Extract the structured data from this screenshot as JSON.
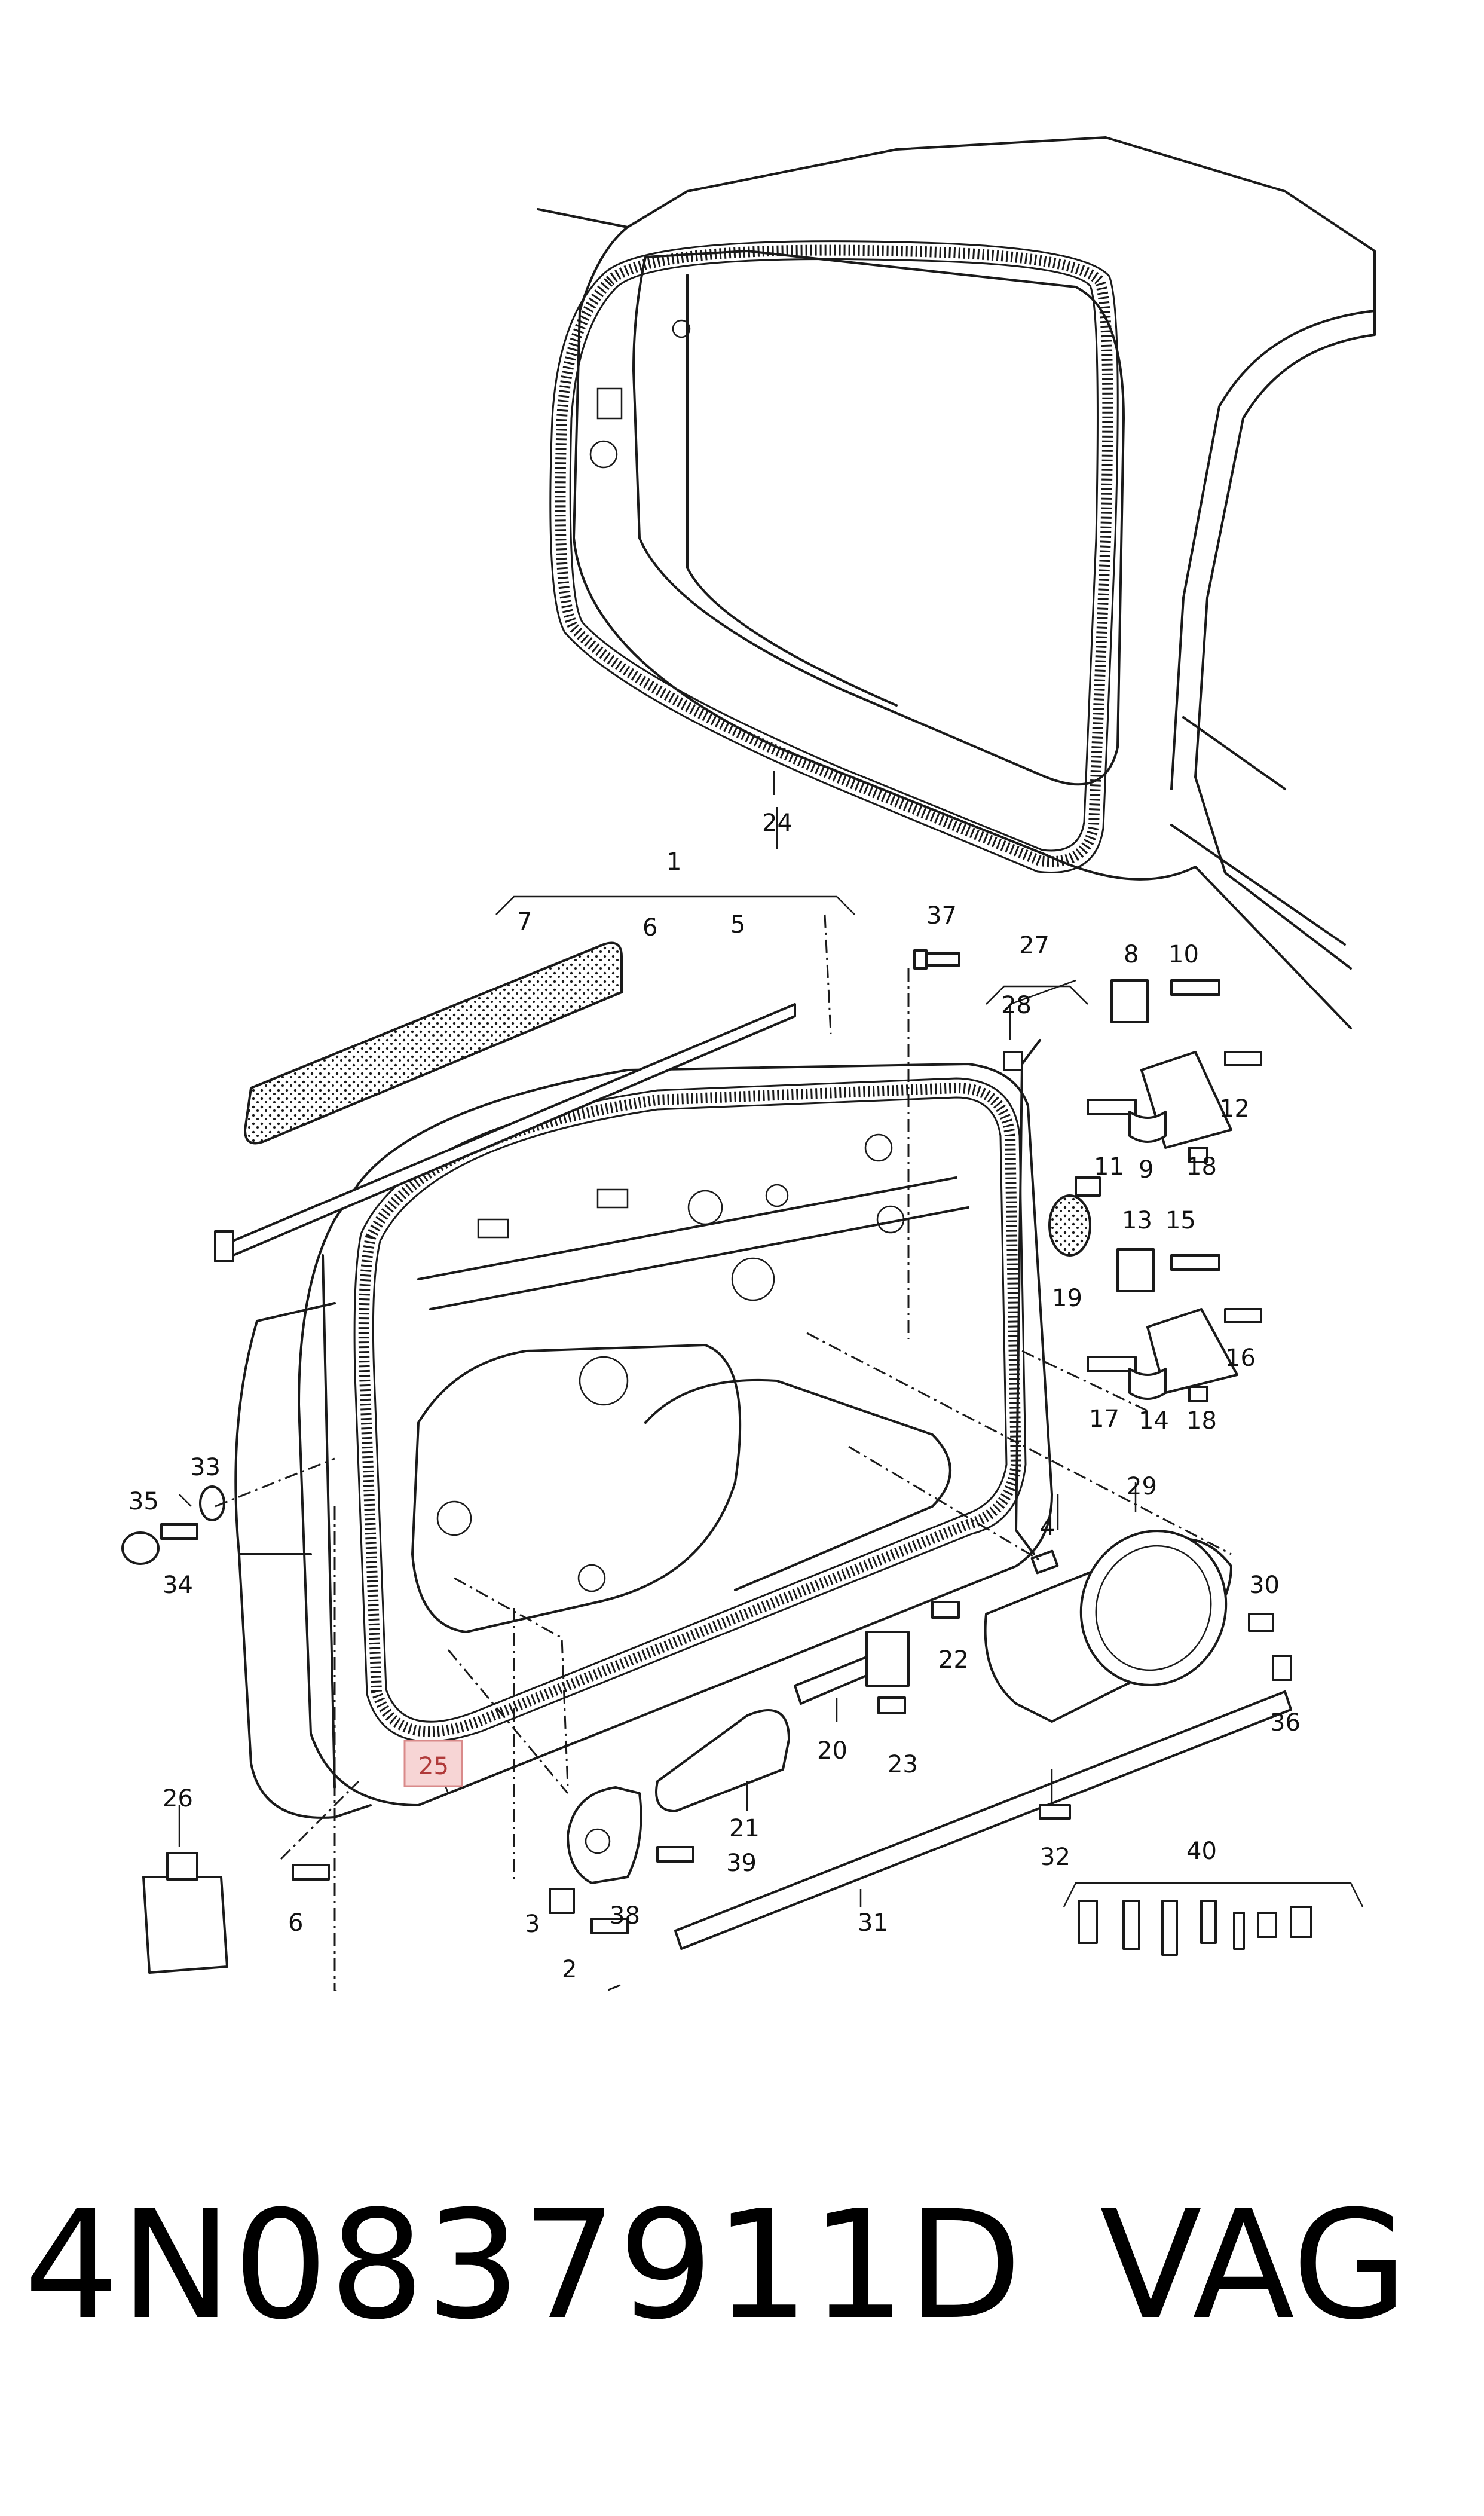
{
  "diagram": {
    "labels": [
      "1",
      "2",
      "3",
      "4",
      "5",
      "6",
      "6",
      "7",
      "8",
      "9",
      "10",
      "11",
      "12",
      "13",
      "14",
      "15",
      "16",
      "17",
      "18",
      "18",
      "19",
      "20",
      "21",
      "22",
      "23",
      "24",
      "25",
      "26",
      "27",
      "28",
      "29",
      "30",
      "31",
      "32",
      "33",
      "34",
      "35",
      "36",
      "37",
      "38",
      "39",
      "40"
    ],
    "highlighted_label": "25",
    "colors": {
      "line": "#1a1a1a",
      "highlight_box": "#f7d5d5",
      "highlight_stroke": "#d98a8a",
      "highlight_text": "#b03a3a"
    }
  },
  "caption": {
    "part_number": "4N0837911D",
    "brand": "VAG"
  }
}
